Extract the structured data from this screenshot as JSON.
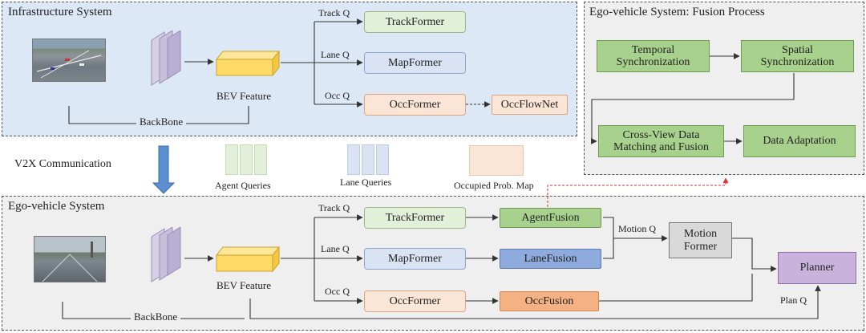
{
  "infrastructure": {
    "title": "Infrastructure System",
    "backbone": "BackBone",
    "bev": "BEV Feature",
    "track_q": "Track Q",
    "lane_q": "Lane Q",
    "occ_q": "Occ Q",
    "trackformer": "TrackFormer",
    "mapformer": "MapFormer",
    "occformer": "OccFormer",
    "occflownet": "OccFlowNet"
  },
  "fusion": {
    "title": "Ego-vehicle System: Fusion Process",
    "temporal_line1": "Temporal",
    "temporal_line2": "Synchronization",
    "spatial_line1": "Spatial",
    "spatial_line2": "Synchronization",
    "crossview_line1": "Cross-View Data",
    "crossview_line2": "Matching and Fusion",
    "adaptation": "Data Adaptation"
  },
  "middle": {
    "v2x": "V2X Communication",
    "agent_queries": "Agent Queries",
    "lane_queries": "Lane Queries",
    "occ_map": "Occupied Prob. Map"
  },
  "ego": {
    "title": "Ego-vehicle System",
    "backbone": "BackBone",
    "bev": "BEV Feature",
    "track_q": "Track Q",
    "lane_q": "Lane Q",
    "occ_q": "Occ Q",
    "trackformer": "TrackFormer",
    "mapformer": "MapFormer",
    "occformer": "OccFormer",
    "agentfusion": "AgentFusion",
    "lanefusion": "LaneFusion",
    "occfusion": "OccFusion",
    "motion_q": "Motion Q",
    "motion_line1": "Motion",
    "motion_line2": "Former",
    "planner": "Planner",
    "plan_q": "Plan Q"
  },
  "colors": {
    "infra_bg": "#dce8f5",
    "fusion_bg": "#efefef",
    "ego_bg": "#efefef",
    "track_green": "#e2efd9",
    "map_blue": "#dae3f3",
    "occ_orange": "#fbe5d6",
    "fusion_green": "#a9d18e",
    "lanefusion_blue": "#8faadc",
    "occfusion_orange": "#f4b183",
    "motion_gray": "#d9d9d9",
    "planner_purple": "#c9b3dc",
    "bev_yellow": "#ffd966",
    "arrow_blue": "#5b8fd0"
  }
}
